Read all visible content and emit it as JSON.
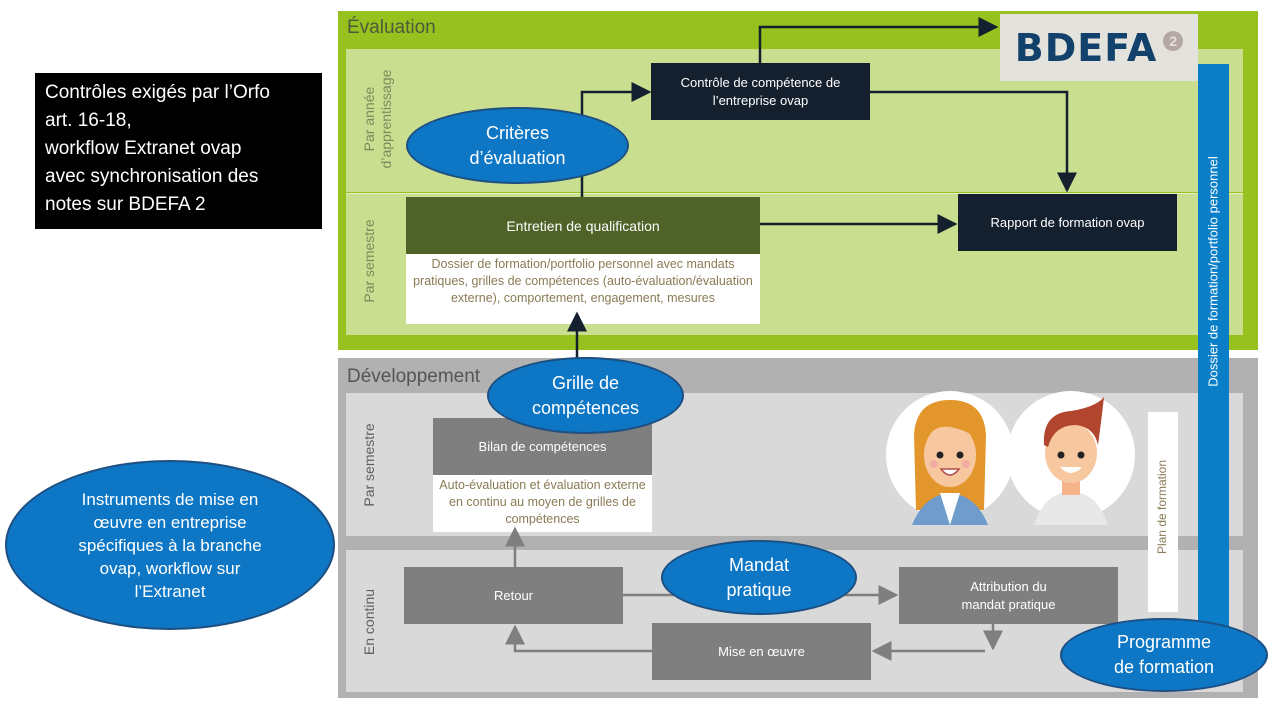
{
  "info_box": {
    "lines": [
      "Contrôles exigés par l’Orfo",
      "art. 16-18,",
      "workflow Extranet ovap",
      "avec synchronisation des",
      "notes sur BDEFA 2"
    ]
  },
  "instruments_ellipse": {
    "lines": [
      "Instruments de mise en",
      "œuvre en entreprise",
      "spécifiques à la branche",
      "ovap, workflow sur",
      "l’Extranet"
    ]
  },
  "evaluation": {
    "title": "Évaluation",
    "lanes": [
      {
        "label_lines": [
          "Par année",
          "d’apprentissage"
        ]
      },
      {
        "label_lines": [
          "Par semestre"
        ]
      }
    ],
    "controle_box": [
      "Contrôle de compétence de",
      "l’entreprise ovap"
    ],
    "criteres_ellipse": [
      "Critères",
      "d’évaluation"
    ],
    "entretien_box": "Entretien de qualification",
    "dossier_text": "Dossier de formation/portfolio personnel avec mandats pratiques, grilles de compétences (auto-évaluation/évaluation externe), comportement, engagement, mesures",
    "rapport_box": "Rapport de formation ovap"
  },
  "logo": {
    "text": "BDEFA",
    "badge": "2"
  },
  "development": {
    "title": "Développement",
    "lanes": [
      {
        "label": "Par semestre"
      },
      {
        "label": "En continu"
      }
    ],
    "grille_ellipse": [
      "Grille de",
      "compétences"
    ],
    "bilan_box": "Bilan de compétences",
    "bilan_text": "Auto-évaluation et évaluation externe en continu au moyen de grilles de compétences",
    "retour_box": "Retour",
    "mandat_ellipse": [
      "Mandat",
      "pratique"
    ],
    "attribution_box": [
      "Attribution du",
      "mandat pratique"
    ],
    "mise_box": "Mise en œuvre",
    "plan_label": "Plan de formation",
    "programme_ellipse": [
      "Programme",
      "de formation"
    ]
  },
  "side_bar": {
    "label": "Dossier de formation/portfolio personnel"
  },
  "colors": {
    "eval_green": "#96c11f",
    "eval_lane": "#c9df8f",
    "dev_gray": "#b1b1b1",
    "dev_lane": "#d9d9d9",
    "ellipse_blue": "#0d77c5",
    "dark_box": "#15202f",
    "olive_box": "#4f6228",
    "gray_box": "#7f7f7f",
    "bar_blue": "#0a7fc8"
  }
}
